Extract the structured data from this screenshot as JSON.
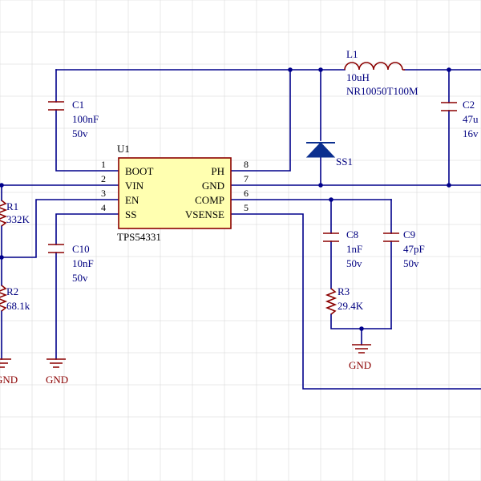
{
  "colors": {
    "background": "#ffffff",
    "grid": "#d4d4d4",
    "wire": "#00008b",
    "component_outline": "#8b0000",
    "ic_fill": "#ffffb0",
    "diode_fill": "#0b2f8f",
    "junction": "#00008b",
    "label_text": "#000080",
    "ground_text": "#8b0000"
  },
  "ic": {
    "designator": "U1",
    "part": "TPS54331",
    "pins_left": [
      {
        "num": "1",
        "name": "BOOT"
      },
      {
        "num": "2",
        "name": "VIN"
      },
      {
        "num": "3",
        "name": "EN"
      },
      {
        "num": "4",
        "name": "SS"
      }
    ],
    "pins_right": [
      {
        "num": "8",
        "name": "PH"
      },
      {
        "num": "7",
        "name": "GND"
      },
      {
        "num": "6",
        "name": "COMP"
      },
      {
        "num": "5",
        "name": "VSENSE"
      }
    ]
  },
  "components": {
    "c1": {
      "ref": "C1",
      "value": "100nF",
      "rating": "50v"
    },
    "c10": {
      "ref": "C10",
      "value": "10nF",
      "rating": "50v"
    },
    "c2": {
      "ref": "C2",
      "value": "47u",
      "rating": "16v"
    },
    "c8": {
      "ref": "C8",
      "value": "1nF",
      "rating": "50v"
    },
    "c9": {
      "ref": "C9",
      "value": "47pF",
      "rating": "50v"
    },
    "r1": {
      "ref": "R1",
      "value": "332K"
    },
    "r2": {
      "ref": "R2",
      "value": "68.1k"
    },
    "r3": {
      "ref": "R3",
      "value": "29.4K"
    },
    "l1": {
      "ref": "L1",
      "value": "10uH",
      "part": "NR10050T100M"
    },
    "ss1": {
      "ref": "SS1"
    }
  },
  "grounds": {
    "label": "GND"
  }
}
